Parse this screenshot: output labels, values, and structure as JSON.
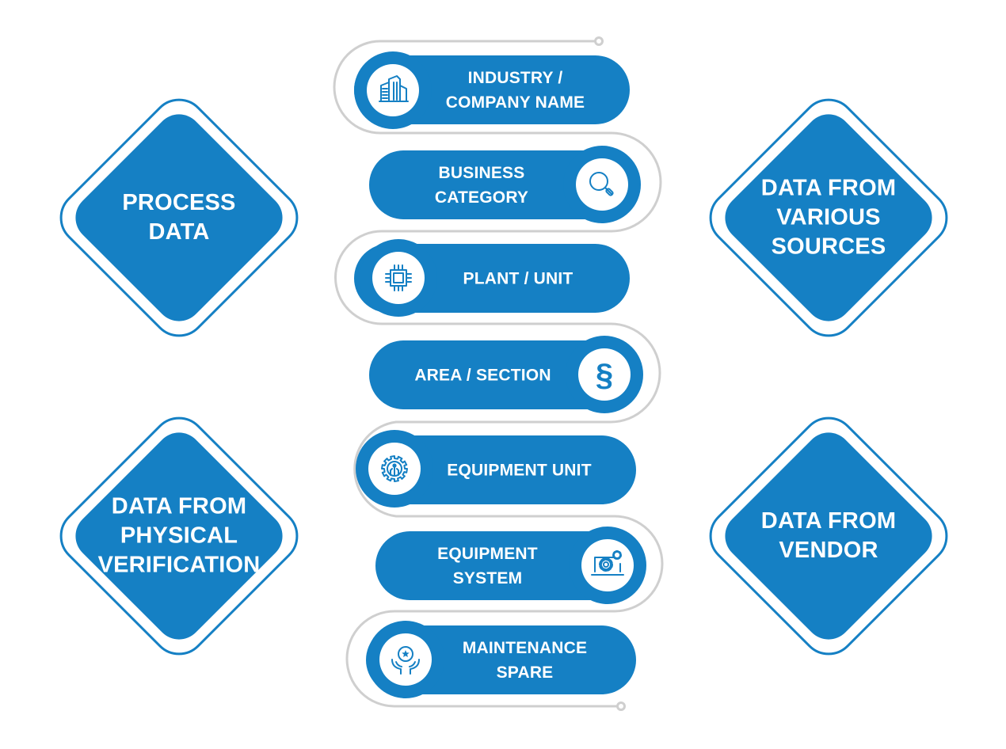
{
  "colors": {
    "primary": "#1580C4",
    "outline": "#1580C4",
    "connector": "#CFCFCF",
    "text": "#FFFFFF",
    "icon_bg": "#FFFFFF",
    "icon_stroke": "#1580C4"
  },
  "diamonds": [
    {
      "id": "process-data",
      "lines": [
        "PROCESS",
        "DATA"
      ]
    },
    {
      "id": "data-from-various-sources",
      "lines": [
        "DATA FROM",
        "VARIOUS",
        "SOURCES"
      ]
    },
    {
      "id": "data-from-physical-verification",
      "lines": [
        "DATA FROM",
        "PHYSICAL",
        "VERIFICATION"
      ]
    },
    {
      "id": "data-from-vendor",
      "lines": [
        "DATA FROM",
        "VENDOR"
      ]
    }
  ],
  "steps": [
    {
      "lines": [
        "INDUSTRY /",
        "COMPANY NAME"
      ],
      "icon": "building-icon",
      "icon_side": "left"
    },
    {
      "lines": [
        "BUSINESS",
        "CATEGORY"
      ],
      "icon": "magnifier-icon",
      "icon_side": "right"
    },
    {
      "lines": [
        "PLANT / UNIT"
      ],
      "icon": "chip-icon",
      "icon_side": "left"
    },
    {
      "lines": [
        "AREA / SECTION"
      ],
      "icon": "section-sign-icon",
      "icon_side": "right"
    },
    {
      "lines": [
        "EQUIPMENT UNIT"
      ],
      "icon": "gear-circuit-icon",
      "icon_side": "left"
    },
    {
      "lines": [
        "EQUIPMENT",
        "SYSTEM"
      ],
      "icon": "laptop-gears-icon",
      "icon_side": "right"
    },
    {
      "lines": [
        "MAINTENANCE",
        "SPARE"
      ],
      "icon": "hands-star-icon",
      "icon_side": "left"
    }
  ]
}
